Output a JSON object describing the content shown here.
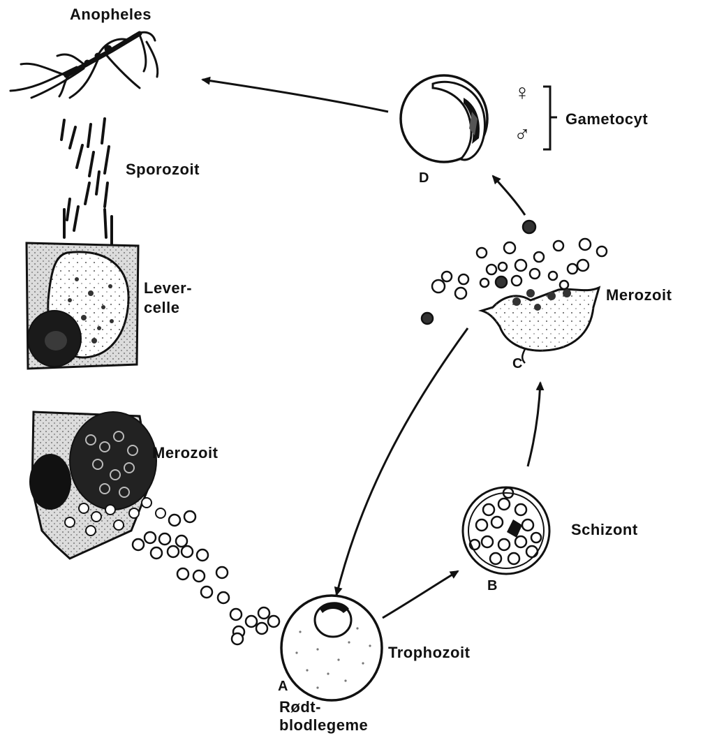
{
  "labels": {
    "anopheles": "Anopheles",
    "sporozoit": "Sporozoit",
    "lever_line1": "Lever-",
    "lever_line2": "celle",
    "merozoit_liver": "Merozoit",
    "trophozoit": "Trophozoit",
    "redi_line1": "Rødt-",
    "redi_line2": "blodlegeme",
    "schizont": "Schizont",
    "merozoit_blood": "Merozoit",
    "gametocyt": "Gametocyt",
    "female_symbol": "♀",
    "male_symbol": "♂"
  },
  "stage_letters": {
    "a": "A",
    "b": "B",
    "c": "C",
    "d": "D"
  },
  "colors": {
    "ink": "#111111",
    "stipple": "#9a9a9a",
    "background": "#ffffff"
  }
}
